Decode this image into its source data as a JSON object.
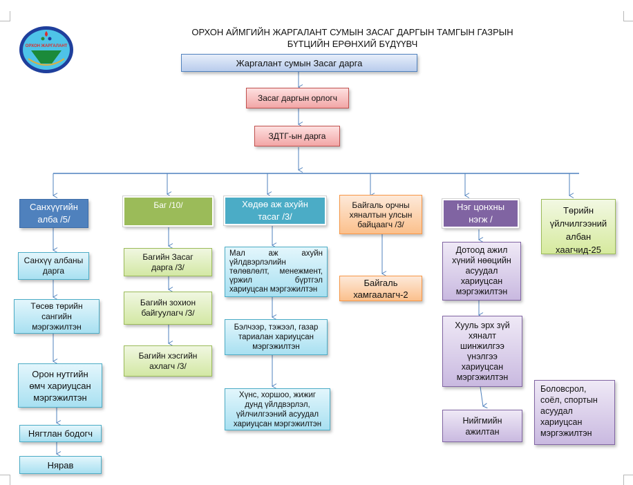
{
  "title": {
    "line1": "ОРХОН АЙМГИЙН ЖАРГАЛАНТ СУМЫН ЗАСАГ ДАРГЫН ТАМГЫН ГАЗРЫН",
    "line2": "БҮТЦИЙН ЕРӨНХИЙ БҮДҮҮВЧ"
  },
  "logo": {
    "text": "ОРХОН ЖАРГАЛАНТ",
    "icon": "emblem-icon"
  },
  "top": {
    "governor": "Жаргалант сумын Засаг дарга",
    "deputy": "Засаг даргын орлогч",
    "head": "ЗДТГ-ын дарга"
  },
  "departments": [
    {
      "label": [
        "Санхүүгийн",
        "алба /5/"
      ],
      "children": [
        [
          "Санхүү албаны",
          "дарга"
        ],
        [
          "Төсөв төрийн",
          "сангийн",
          "мэргэжилтэн"
        ],
        [
          "Орон нутгийн",
          "өмч хариуцсан",
          "мэргэжилтэн"
        ],
        [
          "Нягтлан бодогч"
        ],
        [
          "Нярав"
        ]
      ]
    },
    {
      "label": [
        "Баг /10/"
      ],
      "children": [
        [
          "Багийн Засаг",
          "дарга /3/"
        ],
        [
          "Багийн зохион",
          "байгуулагч /3/"
        ],
        [
          "Багийн хэсгийн",
          "ахлагч /3/"
        ]
      ]
    },
    {
      "label": [
        "Хөдөө аж ахуйн",
        "тасаг /3/"
      ],
      "children": [
        [
          "Мал аж ахуйн үйлдвэрлэлийн төлөвлөлт, менежмент, үржил бүртгэл хариуцсан мэргэжилтэн"
        ],
        [
          "Бэлчээр, тэжээл, газар",
          "тариалан хариуцсан",
          "мэргэжилтэн"
        ],
        [
          "Хүнс, хоршоо, жижиг",
          "дунд үйлдвэрлэл,",
          "үйлчилгээний асуудал",
          "хариуцсан мэргэжилтэн"
        ]
      ]
    },
    {
      "label": [
        "Байгаль орчны",
        "хяналтын улсын",
        "байцаагч /3/"
      ],
      "children": [
        [
          "Байгаль",
          "хамгаалагч-2"
        ]
      ]
    },
    {
      "label": [
        "Нэг цонхны",
        "нэгж /"
      ],
      "children": [
        [
          "Дотоод ажил",
          "хүний нөөцийн",
          "асуудал",
          "хариуцсан",
          "мэргэжилтэн"
        ],
        [
          "Хууль эрх зүй",
          "хяналт",
          "шинжилгээ",
          "үнэлгээ",
          "хариуцсан",
          "мэргэжилтэн"
        ],
        [
          "Нийгмийн",
          "ажилтан"
        ]
      ]
    },
    {
      "label": [
        "Төрийн",
        "үйлчилгээний",
        "албан",
        "хаагчид-25"
      ],
      "children": [
        [
          "Боловсрол,",
          "соёл, спортын",
          "асуудал",
          "хариуцсан",
          "мэргэжилтэн"
        ]
      ]
    }
  ],
  "colors": {
    "connector": "#4f81bd",
    "finance": "#4f81bd",
    "bag": "#9bbb59",
    "agriculture": "#4bacc6",
    "environment": "#f79646",
    "one_stop": "#8064a2",
    "public_service": "#d6ea9e"
  }
}
